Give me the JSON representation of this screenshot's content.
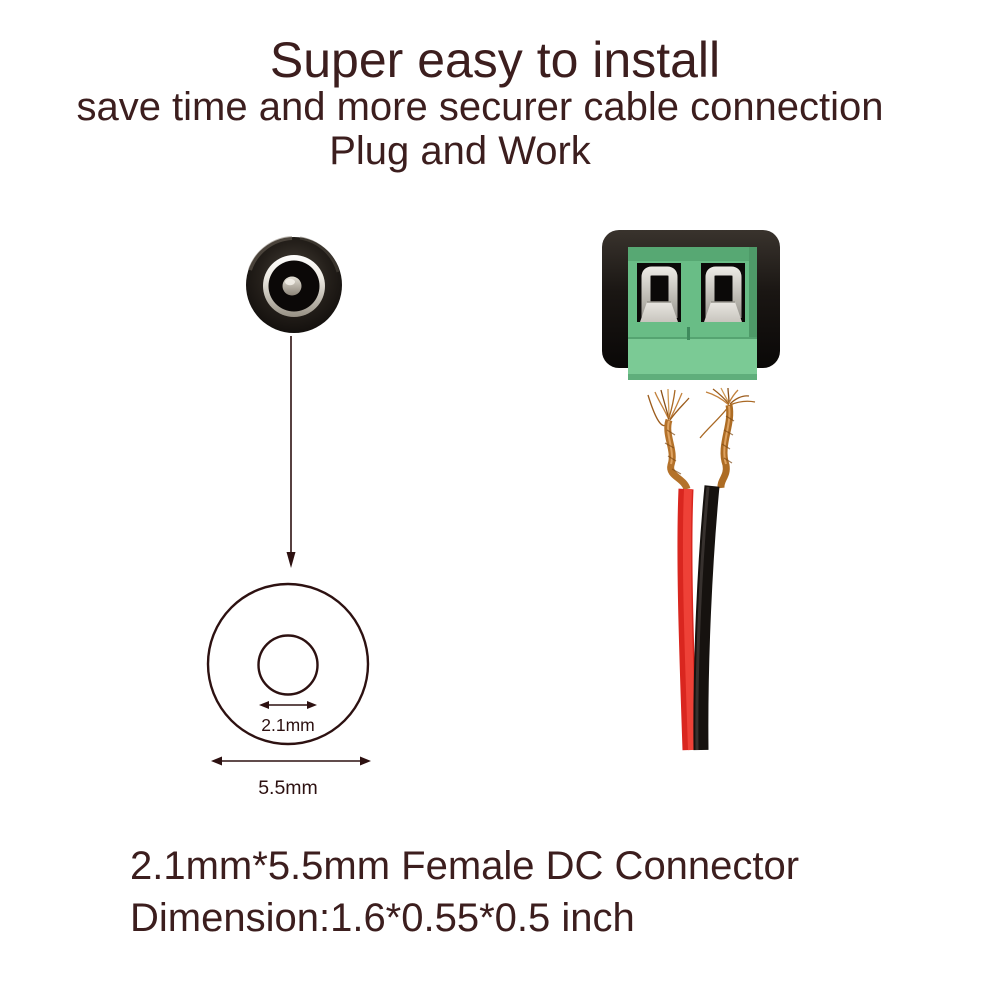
{
  "header": {
    "title": "Super easy to install",
    "subtitle": "save time and more securer cable connection",
    "tagline": "Plug and Work"
  },
  "dimension_diagram": {
    "inner_diameter": "2.1mm",
    "outer_diameter": "5.5mm"
  },
  "footer": {
    "product": "2.1mm*5.5mm Female DC Connector",
    "dimensions": "Dimension:1.6*0.55*0.5 inch"
  },
  "colors": {
    "text": "#3c1e1e",
    "diagram_stroke": "#2d1111",
    "terminal_green": "#69bd86",
    "terminal_green_light": "#7bca95",
    "terminal_green_dark": "#57a873",
    "wire_red": "#d9261f",
    "wire_black": "#16120f",
    "copper": "#b4722a",
    "background": "#ffffff"
  }
}
